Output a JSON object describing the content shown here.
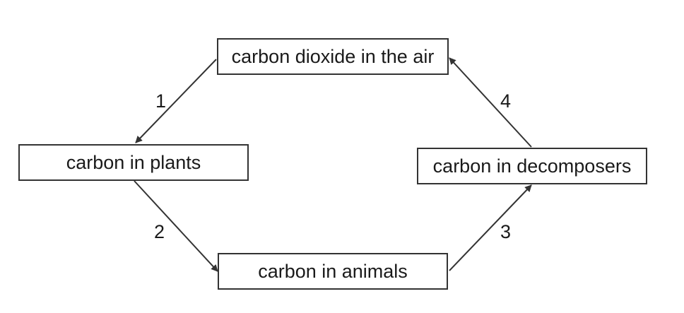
{
  "diagram": {
    "nodes": {
      "co2_air": "carbon dioxide in the air",
      "plants": "carbon in plants",
      "animals": "carbon in animals",
      "decomposers": "carbon in decomposers"
    },
    "arrows": [
      {
        "label": "1",
        "from": "carbon dioxide in the air",
        "to": "carbon in plants"
      },
      {
        "label": "2",
        "from": "carbon in plants",
        "to": "carbon in animals"
      },
      {
        "label": "3",
        "from": "carbon in animals",
        "to": "carbon in decomposers"
      },
      {
        "label": "4",
        "from": "carbon in decomposers",
        "to": "carbon dioxide in the air"
      }
    ]
  },
  "colors": {
    "line": "#333333",
    "text": "#1a1a1a",
    "background": "#ffffff"
  }
}
